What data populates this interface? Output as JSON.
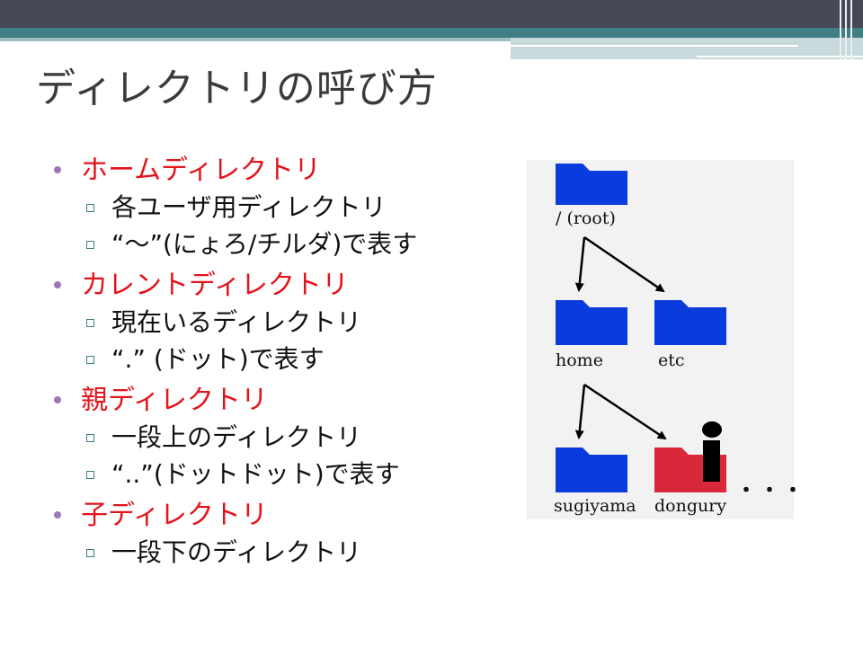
{
  "slide": {
    "title": "ディレクトリの呼び方"
  },
  "items": [
    {
      "label": "ホームディレクトリ",
      "subs": [
        "各ユーザ用ディレクトリ",
        "“～”(にょろ/チルダ)で表す"
      ]
    },
    {
      "label": "カレントディレクトリ",
      "subs": [
        "現在いるディレクトリ",
        "“.” (ドット)で表す"
      ]
    },
    {
      "label": "親ディレクトリ",
      "subs": [
        "一段上のディレクトリ",
        "“..”(ドットドット)で表す"
      ]
    },
    {
      "label": "子ディレクトリ",
      "subs": [
        "一段下のディレクトリ"
      ]
    }
  ],
  "diagram": {
    "nodes": {
      "root": "/ (root)",
      "home": "home",
      "etc": "etc",
      "sugiyama": "sugiyama",
      "dongury": "dongury"
    },
    "ellipsis": "・・・",
    "colors": {
      "folder": "#0a3bdc",
      "current_folder": "#d8283a",
      "arrow": "#000000"
    }
  },
  "theme": {
    "level1_color": "#e3131b",
    "bullet_color": "#a075b3",
    "banner_dark": "#474856",
    "banner_teal": "#3f7f83"
  }
}
